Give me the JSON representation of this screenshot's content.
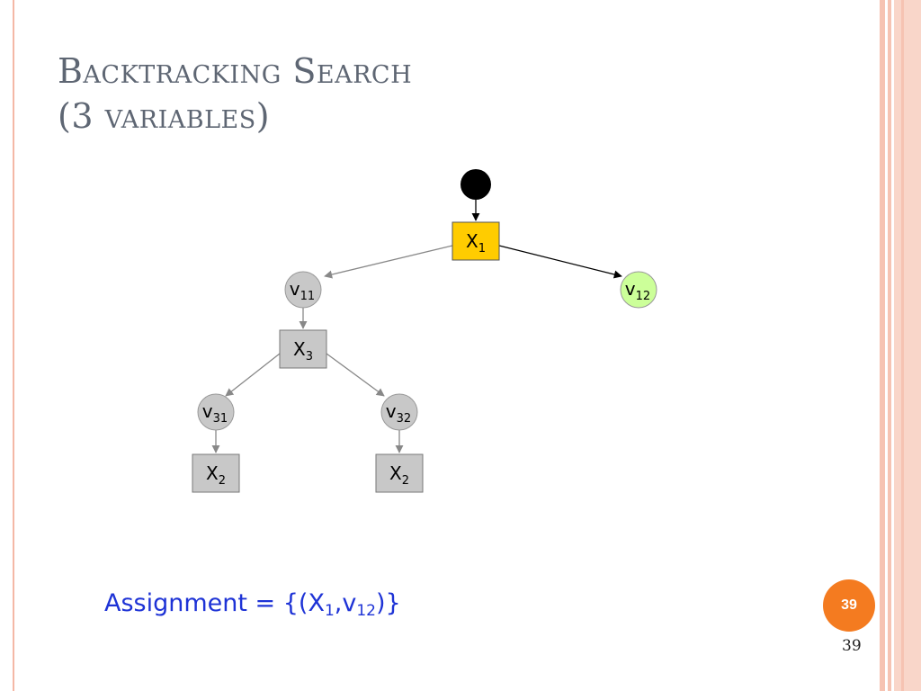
{
  "title": {
    "line1": "Backtracking Search",
    "line2": "(3 variables)"
  },
  "tree": {
    "x1": {
      "base": "X",
      "sub": "1"
    },
    "v11": {
      "base": "v",
      "sub": "11"
    },
    "v12": {
      "base": "v",
      "sub": "12"
    },
    "x3": {
      "base": "X",
      "sub": "3"
    },
    "v31": {
      "base": "v",
      "sub": "31"
    },
    "v32": {
      "base": "v",
      "sub": "32"
    },
    "x2_left": {
      "base": "X",
      "sub": "2"
    },
    "x2_right": {
      "base": "X",
      "sub": "2"
    }
  },
  "colors": {
    "current_variable": "#ffcc00",
    "assigned_value": "#ccff99",
    "inactive_node": "#c8c8c8",
    "edge_inactive": "#888888",
    "edge_active": "#000000",
    "root": "#000000"
  },
  "assignment": {
    "prefix": "Assignment = {(X",
    "sub1": "1",
    "mid": ",v",
    "sub2": "12",
    "suffix": ")}"
  },
  "slide_badge": "39",
  "page_number": "39"
}
